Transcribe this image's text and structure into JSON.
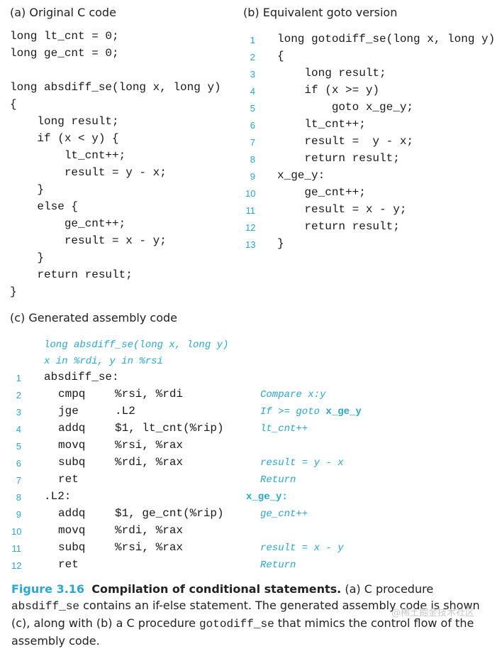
{
  "section_a": {
    "heading": "(a) Original C code",
    "lines": [
      "long lt_cnt = 0;",
      "long ge_cnt = 0;",
      "",
      "long absdiff_se(long x, long y)",
      "{",
      "    long result;",
      "    if (x < y) {",
      "        lt_cnt++;",
      "        result = y - x;",
      "    }",
      "    else {",
      "        ge_cnt++;",
      "        result = x - y;",
      "    }",
      "    return result;",
      "}"
    ]
  },
  "section_b": {
    "heading": "(b) Equivalent goto version",
    "lines": [
      {
        "n": "1",
        "code": "long gotodiff_se(long x, long y)"
      },
      {
        "n": "2",
        "code": "{"
      },
      {
        "n": "3",
        "code": "    long result;"
      },
      {
        "n": "4",
        "code": "    if (x >= y)"
      },
      {
        "n": "5",
        "code": "        goto x_ge_y;"
      },
      {
        "n": "6",
        "code": "    lt_cnt++;"
      },
      {
        "n": "7",
        "code": "    result =  y - x;"
      },
      {
        "n": "8",
        "code": "    return result;"
      },
      {
        "n": "9",
        "code": "x_ge_y:"
      },
      {
        "n": "10",
        "code": "    ge_cnt++;"
      },
      {
        "n": "11",
        "code": "    result = x - y;"
      },
      {
        "n": "12",
        "code": "    return result;"
      },
      {
        "n": "13",
        "code": "}"
      }
    ]
  },
  "section_c": {
    "heading": "(c) Generated assembly code",
    "signature_1": "long absdiff_se(long x, long y)",
    "signature_2": "x in %rdi, y in %rsi",
    "lines": [
      {
        "n": "1",
        "instr": "absdiff_se:",
        "args": "",
        "comment": ""
      },
      {
        "n": "2",
        "instr": "cmpq",
        "args": "%rsi, %rdi",
        "comment": "Compare x:y"
      },
      {
        "n": "3",
        "instr": "jge",
        "args": ".L2",
        "comment": "If >= goto ",
        "comment_bold": "x_ge_y"
      },
      {
        "n": "4",
        "instr": "addq",
        "args": "$1, lt_cnt(%rip)",
        "comment": "lt_cnt++"
      },
      {
        "n": "5",
        "instr": "movq",
        "args": "%rsi, %rax",
        "comment": ""
      },
      {
        "n": "6",
        "instr": "subq",
        "args": "%rdi, %rax",
        "comment": "result = y - x"
      },
      {
        "n": "7",
        "instr": "ret",
        "args": "",
        "comment": "Return"
      },
      {
        "n": "8",
        "instr": ".L2:",
        "args": "",
        "comment": "",
        "label": "x_ge_y:"
      },
      {
        "n": "9",
        "instr": "addq",
        "args": "$1, ge_cnt(%rip)",
        "comment": "ge_cnt++"
      },
      {
        "n": "10",
        "instr": "movq",
        "args": "%rdi, %rax",
        "comment": ""
      },
      {
        "n": "11",
        "instr": "subq",
        "args": "%rsi, %rax",
        "comment": "result = x - y"
      },
      {
        "n": "12",
        "instr": "ret",
        "args": "",
        "comment": "Return"
      }
    ]
  },
  "caption": {
    "figure": "Figure 3.16",
    "title": "Compilation of conditional statements.",
    "t1": " (a) C procedure ",
    "code1": "absdiff_se",
    "t2": " contains an if-else statement. The generated assembly code is shown (c), along with (b) a C procedure ",
    "code2": "gotodiff_se",
    "t3": " that mimics the control flow of the assembly code."
  },
  "watermark": "@稀土掘金技术社区"
}
